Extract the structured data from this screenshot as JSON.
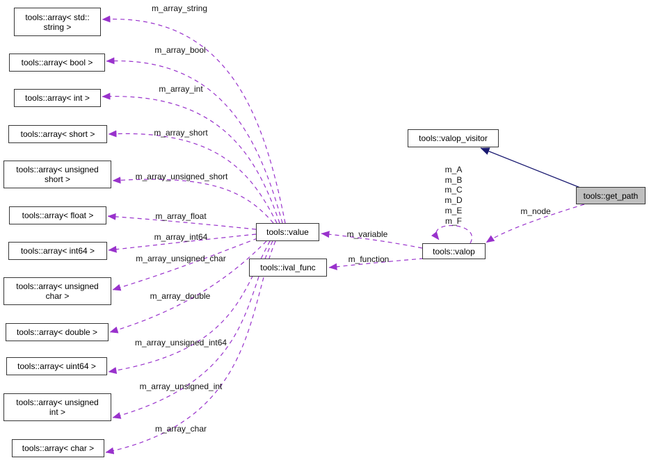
{
  "diagram_type": "collaboration-graph",
  "colors": {
    "usage_edge": "#9932cc",
    "inheritance_edge": "#191970",
    "node_border": "#363636",
    "node_fill": "#ffffff",
    "highlight_fill": "#bfbfbf",
    "text": "#000000"
  },
  "nodes": [
    {
      "label": "tools::array< std::\nstring >"
    },
    {
      "label": "tools::array< bool >"
    },
    {
      "label": "tools::array< int >"
    },
    {
      "label": "tools::array< short >"
    },
    {
      "label": "tools::array< unsigned\nshort >"
    },
    {
      "label": "tools::array< float >"
    },
    {
      "label": "tools::array< int64 >"
    },
    {
      "label": "tools::array< unsigned\nchar >"
    },
    {
      "label": "tools::array< double >"
    },
    {
      "label": "tools::array< uint64 >"
    },
    {
      "label": "tools::array< unsigned\nint >"
    },
    {
      "label": "tools::array< char >"
    },
    {
      "label": "tools::value"
    },
    {
      "label": "tools::ival_func"
    },
    {
      "label": "tools::valop_visitor"
    },
    {
      "label": "tools::valop"
    },
    {
      "label": "tools::get_path",
      "highlighted": true
    }
  ],
  "edge_labels": [
    {
      "text": "m_array_string"
    },
    {
      "text": "m_array_bool"
    },
    {
      "text": "m_array_int"
    },
    {
      "text": "m_array_short"
    },
    {
      "text": "m_array_unsigned_short"
    },
    {
      "text": "m_array_float"
    },
    {
      "text": "m_array_int64"
    },
    {
      "text": "m_array_unsigned_char"
    },
    {
      "text": "m_array_double"
    },
    {
      "text": "m_array_unsigned_int64"
    },
    {
      "text": "m_array_unsigned_int"
    },
    {
      "text": "m_array_char"
    },
    {
      "text": "m_variable"
    },
    {
      "text": "m_function"
    },
    {
      "text": "m_node"
    },
    {
      "text": "m_A\nm_B\nm_C\nm_D\nm_E\nm_F"
    }
  ]
}
